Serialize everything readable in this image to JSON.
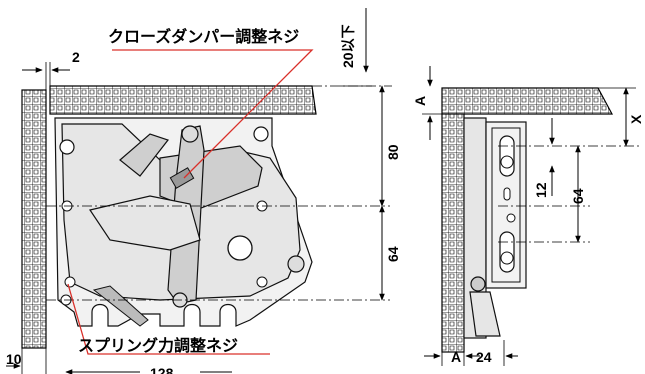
{
  "labels": {
    "damper_screw": "クローズダンパー調整ネジ",
    "spring_screw": "スプリング力調整ネジ",
    "dim_20_below": "20以下",
    "dim_2": "2",
    "dim_80": "80",
    "dim_64_left": "64",
    "dim_10": "10",
    "dim_128": "128",
    "dim_A_top": "A",
    "dim_X": "X",
    "dim_12": "12",
    "dim_64_right": "64",
    "dim_A_bottom": "A",
    "dim_24": "24"
  },
  "colors": {
    "leader_red": "#d9302a",
    "line": "#000000",
    "part_fill": "#e6e6e6"
  }
}
